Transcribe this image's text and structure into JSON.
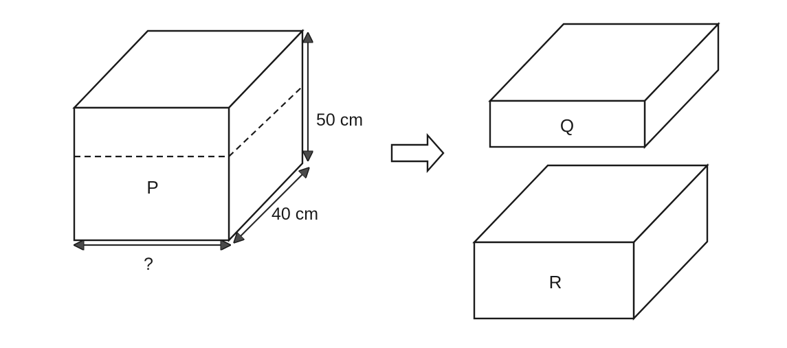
{
  "diagram": {
    "block_p": {
      "label": "P",
      "height_label": "50 cm",
      "depth_label": "40 cm",
      "width_label": "?"
    },
    "block_q": {
      "label": "Q"
    },
    "block_r": {
      "label": "R"
    }
  }
}
